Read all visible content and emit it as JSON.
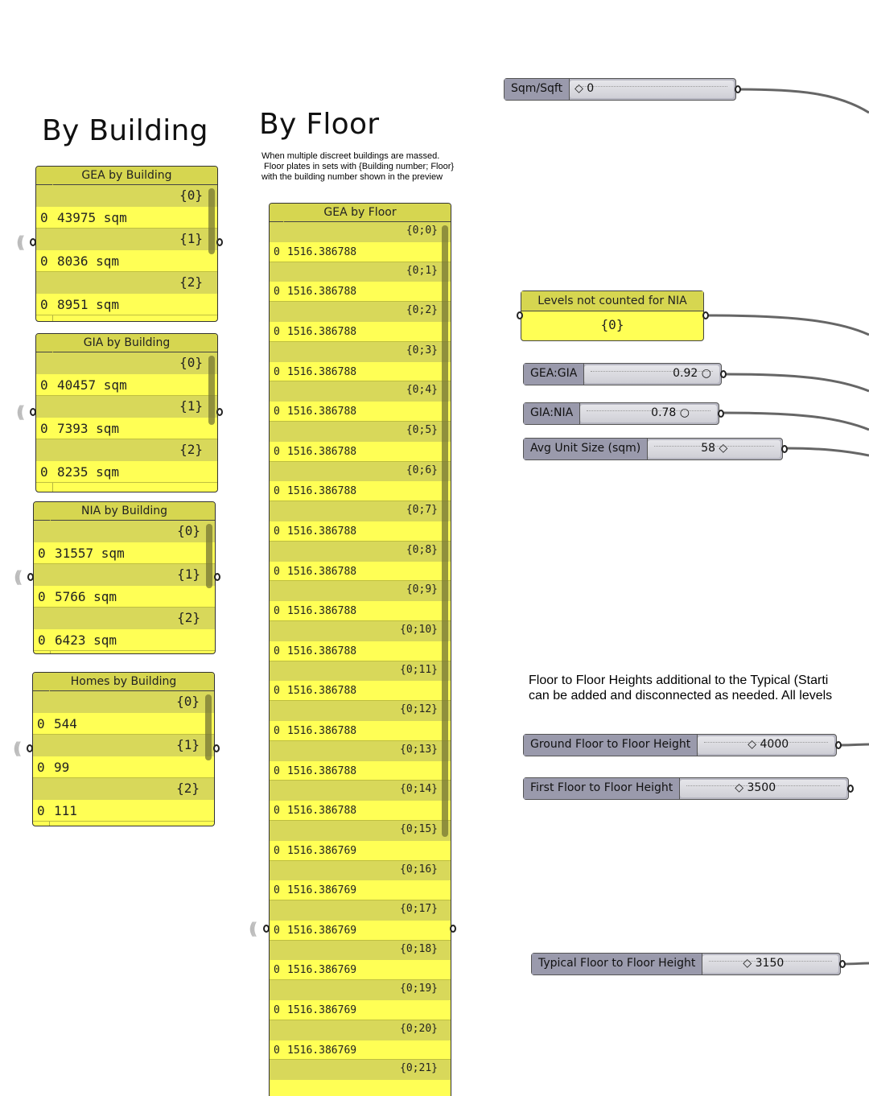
{
  "headings": {
    "by_building": "By Building",
    "by_floor": "By Floor",
    "floor_note": "When multiple discreet buildings are massed.\n Floor plates in sets with {Building number; Floor}\nwith the building number shown in the preview",
    "heights_note": "Floor to Floor Heights additional to the Typical (Starti\ncan be added and disconnected as needed. All levels"
  },
  "building_panels": [
    {
      "title": "GEA by Building",
      "rows": [
        {
          "path": "{0}",
          "index": "0",
          "value": "43975 sqm"
        },
        {
          "path": "{1}",
          "index": "0",
          "value": "8036 sqm"
        },
        {
          "path": "{2}",
          "index": "0",
          "value": "8951 sqm"
        }
      ]
    },
    {
      "title": "GIA by Building",
      "rows": [
        {
          "path": "{0}",
          "index": "0",
          "value": "40457 sqm"
        },
        {
          "path": "{1}",
          "index": "0",
          "value": "7393 sqm"
        },
        {
          "path": "{2}",
          "index": "0",
          "value": "8235 sqm"
        }
      ]
    },
    {
      "title": "NIA by Building",
      "rows": [
        {
          "path": "{0}",
          "index": "0",
          "value": "31557 sqm"
        },
        {
          "path": "{1}",
          "index": "0",
          "value": "5766 sqm"
        },
        {
          "path": "{2}",
          "index": "0",
          "value": "6423 sqm"
        }
      ]
    },
    {
      "title": "Homes by Building",
      "rows": [
        {
          "path": "{0}",
          "index": "0",
          "value": "544"
        },
        {
          "path": "{1}",
          "index": "0",
          "value": "99"
        },
        {
          "path": "{2}",
          "index": "0",
          "value": "111"
        }
      ]
    }
  ],
  "floor_panel": {
    "title": "GEA by Floor",
    "rows": [
      {
        "path": "{0;0}",
        "index": "0",
        "value": "1516.386788"
      },
      {
        "path": "{0;1}",
        "index": "0",
        "value": "1516.386788"
      },
      {
        "path": "{0;2}",
        "index": "0",
        "value": "1516.386788"
      },
      {
        "path": "{0;3}",
        "index": "0",
        "value": "1516.386788"
      },
      {
        "path": "{0;4}",
        "index": "0",
        "value": "1516.386788"
      },
      {
        "path": "{0;5}",
        "index": "0",
        "value": "1516.386788"
      },
      {
        "path": "{0;6}",
        "index": "0",
        "value": "1516.386788"
      },
      {
        "path": "{0;7}",
        "index": "0",
        "value": "1516.386788"
      },
      {
        "path": "{0;8}",
        "index": "0",
        "value": "1516.386788"
      },
      {
        "path": "{0;9}",
        "index": "0",
        "value": "1516.386788"
      },
      {
        "path": "{0;10}",
        "index": "0",
        "value": "1516.386788"
      },
      {
        "path": "{0;11}",
        "index": "0",
        "value": "1516.386788"
      },
      {
        "path": "{0;12}",
        "index": "0",
        "value": "1516.386788"
      },
      {
        "path": "{0;13}",
        "index": "0",
        "value": "1516.386788"
      },
      {
        "path": "{0;14}",
        "index": "0",
        "value": "1516.386788"
      },
      {
        "path": "{0;15}",
        "index": "0",
        "value": "1516.386769"
      },
      {
        "path": "{0;16}",
        "index": "0",
        "value": "1516.386769"
      },
      {
        "path": "{0;17}",
        "index": "0",
        "value": "1516.386769"
      },
      {
        "path": "{0;18}",
        "index": "0",
        "value": "1516.386769"
      },
      {
        "path": "{0;19}",
        "index": "0",
        "value": "1516.386769"
      },
      {
        "path": "{0;20}",
        "index": "0",
        "value": "1516.386769"
      },
      {
        "path": "{0;21}",
        "index": "",
        "value": ""
      }
    ]
  },
  "levels_param": {
    "title": "Levels not counted for NIA",
    "value": "{0}"
  },
  "sliders": {
    "sqm_sqft": {
      "label": "Sqm/Sqft",
      "value": "0"
    },
    "gea_gia": {
      "label": "GEA:GIA",
      "value": "0.92"
    },
    "gia_nia": {
      "label": "GIA:NIA",
      "value": "0.78"
    },
    "avg_unit": {
      "label": "Avg Unit Size (sqm)",
      "value": "58"
    },
    "ground_floor": {
      "label": "Ground Floor to Floor Height",
      "value": "4000"
    },
    "first_floor": {
      "label": "First Floor to Floor Height",
      "value": "3500"
    },
    "typical_floor": {
      "label": "Typical Floor to Floor Height",
      "value": "3150"
    }
  },
  "colors": {
    "panel": "#ffff55",
    "panel_header": "#d6d650",
    "slider_label": "#9a9aac",
    "wire": "#666666"
  }
}
